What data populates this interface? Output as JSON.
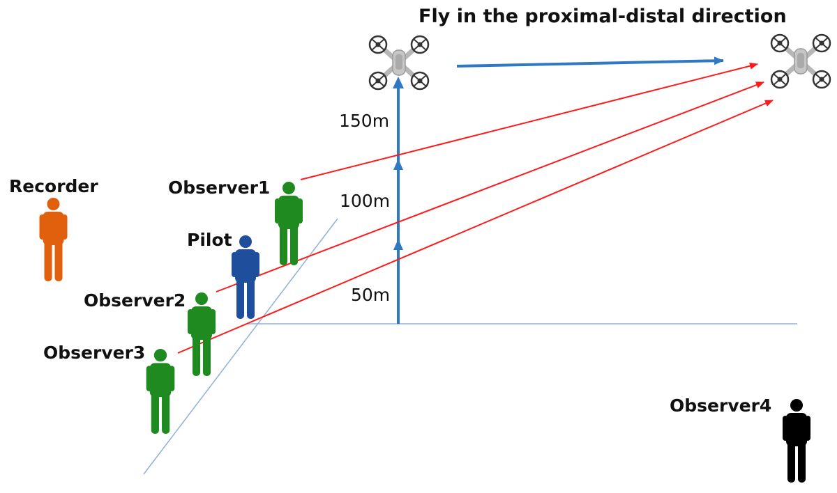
{
  "title": "Fly in the proximal-distal direction",
  "heights": {
    "h50": "50m",
    "h100": "100m",
    "h150": "150m"
  },
  "people": {
    "recorder": "Recorder",
    "pilot": "Pilot",
    "observer1": "Observer1",
    "observer2": "Observer2",
    "observer3": "Observer3",
    "observer4": "Observer4"
  },
  "colors": {
    "recorder": "#e0600e",
    "pilot": "#1f4e9c",
    "observer": "#1f8a1f",
    "observer4": "#000000",
    "sightline": "#ff1a1a",
    "flight": "#2f78c4",
    "ground": "#8fb0d8"
  },
  "icons": {
    "drone": "quadcopter-icon",
    "person": "person-icon"
  }
}
